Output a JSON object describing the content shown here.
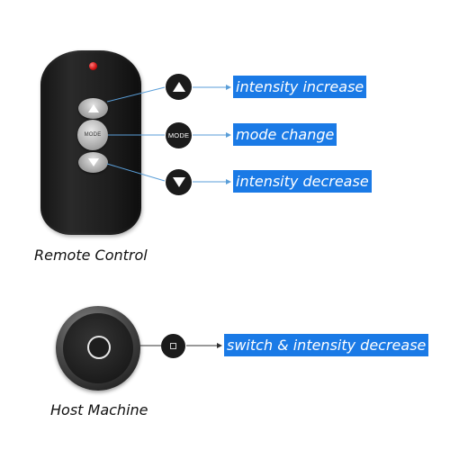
{
  "remote": {
    "mode_button_text": "MODE",
    "caption": "Remote Control"
  },
  "functions": [
    {
      "icon": "up-triangle-icon",
      "label": "intensity increase"
    },
    {
      "icon": "mode-icon",
      "icon_text": "MODE",
      "label": "mode change"
    },
    {
      "icon": "down-triangle-icon",
      "label": "intensity decrease"
    }
  ],
  "host": {
    "caption": "Host Machine",
    "button_icon": "square-icon",
    "label": "switch & intensity decrease"
  },
  "colors": {
    "label_background": "#1a7ae6",
    "label_text": "#ffffff",
    "arrow": "#5a9ed8",
    "icon_background": "#1b1b1b",
    "led": "#d01010"
  }
}
